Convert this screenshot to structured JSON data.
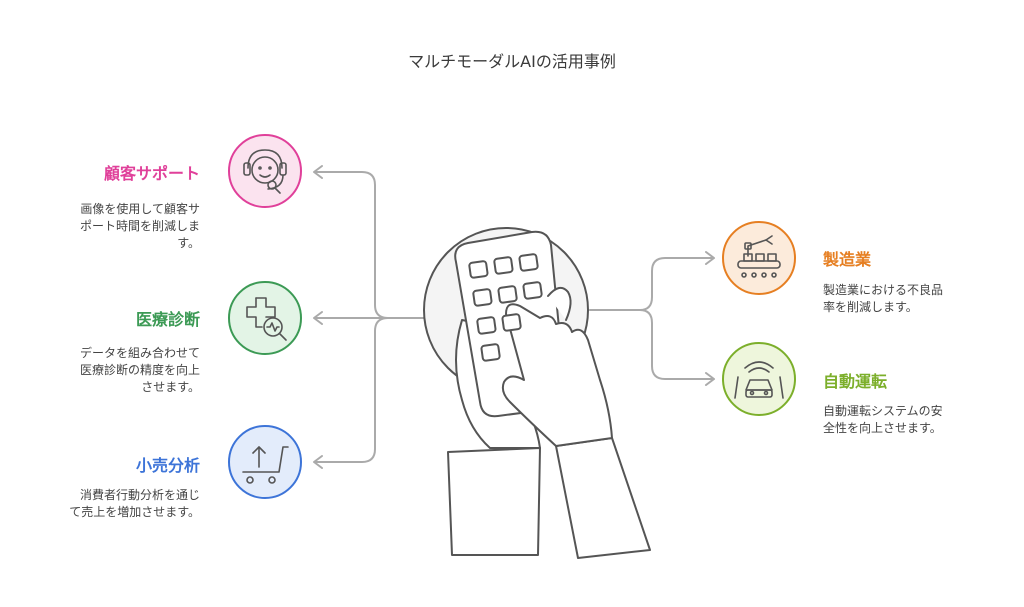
{
  "title": "マルチモーダルAIの活用事例",
  "colors": {
    "line": "#aaaaaa",
    "outline": "#555555",
    "pink": "#e0409a",
    "green": "#3c9a55",
    "blue": "#3d74d8",
    "orange": "#e67f22",
    "lime": "#7caf2b"
  },
  "items": [
    {
      "key": "support",
      "label": "顧客サポート",
      "desc_lines": [
        "画像を使用して顧客サ",
        "ポート時間を削減しま",
        "す。"
      ],
      "icon": "headset-support-icon",
      "color": "#e0409a"
    },
    {
      "key": "medical",
      "label": "医療診断",
      "desc_lines": [
        "データを組み合わせて",
        "医療診断の精度を向上",
        "させます。"
      ],
      "icon": "medical-cross-icon",
      "color": "#3c9a55"
    },
    {
      "key": "retail",
      "label": "小売分析",
      "desc_lines": [
        "消費者行動分析を通じ",
        "て売上を増加させます。"
      ],
      "icon": "shopping-cart-icon",
      "color": "#3d74d8"
    },
    {
      "key": "manufacturing",
      "label": "製造業",
      "desc_lines": [
        "製造業における不良品",
        "率を削減します。"
      ],
      "icon": "robot-arm-icon",
      "color": "#e67f22"
    },
    {
      "key": "driving",
      "label": "自動運転",
      "desc_lines": [
        "自動運転システムの安",
        "全性を向上させます。"
      ],
      "icon": "car-icon",
      "color": "#7caf2b"
    }
  ]
}
